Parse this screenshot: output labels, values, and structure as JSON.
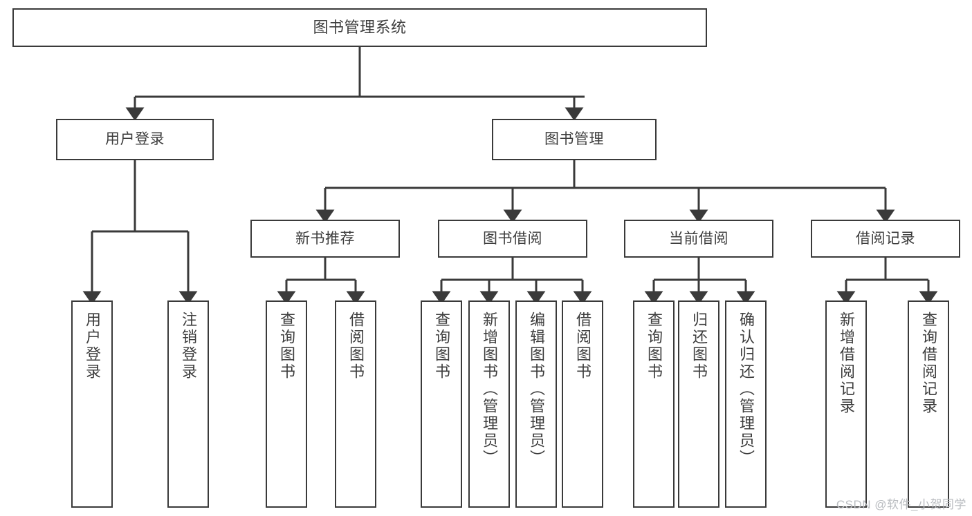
{
  "diagram": {
    "title": "图书管理系统",
    "type": "tree-hierarchy-chart",
    "colors": {
      "box_border": "#3a3a3a",
      "box_fill": "#ffffff",
      "connector": "#3a3a3a",
      "text": "#3d3d3d",
      "watermark": "#b9bcc0",
      "page_background": "#ffffff"
    },
    "root": {
      "label": "图书管理系统"
    },
    "level2": [
      {
        "id": "user-login",
        "label": "用户登录"
      },
      {
        "id": "book-management",
        "label": "图书管理"
      }
    ],
    "level3": [
      {
        "id": "new-book-recommend",
        "label": "新书推荐"
      },
      {
        "id": "book-borrow",
        "label": "图书借阅"
      },
      {
        "id": "current-borrow",
        "label": "当前借阅"
      },
      {
        "id": "borrow-record",
        "label": "借阅记录"
      }
    ],
    "leaves": {
      "user_login": [
        {
          "id": "leaf-user-login",
          "label": "用户登录"
        },
        {
          "id": "leaf-logout-login",
          "label": "注销登录"
        }
      ],
      "new_book_recommend": [
        {
          "id": "leaf-query-book-1",
          "label": "查询图书"
        },
        {
          "id": "leaf-borrow-book-1",
          "label": "借阅图书"
        }
      ],
      "book_borrow": [
        {
          "id": "leaf-query-book-2",
          "label": "查询图书"
        },
        {
          "id": "leaf-add-book",
          "label": "新增图书（管理员）"
        },
        {
          "id": "leaf-edit-book",
          "label": "编辑图书（管理员）"
        },
        {
          "id": "leaf-borrow-book-2",
          "label": "借阅图书"
        }
      ],
      "current_borrow": [
        {
          "id": "leaf-query-book-3",
          "label": "查询图书"
        },
        {
          "id": "leaf-return-book",
          "label": "归还图书"
        },
        {
          "id": "leaf-confirm-return",
          "label": "确认归还（管理员）"
        }
      ],
      "borrow_record": [
        {
          "id": "leaf-add-record",
          "label": "新增借阅记录"
        },
        {
          "id": "leaf-query-record",
          "label": "查询借阅记录"
        }
      ]
    },
    "watermark": "CSDN @软件_小贺同学"
  }
}
